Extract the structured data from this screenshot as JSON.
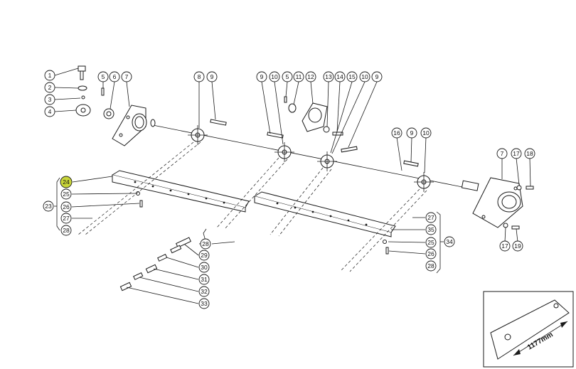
{
  "callouts": [
    {
      "id": "c1",
      "label": "1"
    },
    {
      "id": "c2",
      "label": "2"
    },
    {
      "id": "c3",
      "label": "3"
    },
    {
      "id": "c4",
      "label": "4"
    },
    {
      "id": "c5a",
      "label": "5"
    },
    {
      "id": "c6",
      "label": "6"
    },
    {
      "id": "c7a",
      "label": "7"
    },
    {
      "id": "c8",
      "label": "8"
    },
    {
      "id": "c9a",
      "label": "9"
    },
    {
      "id": "c9b",
      "label": "9"
    },
    {
      "id": "c10a",
      "label": "10"
    },
    {
      "id": "c5b",
      "label": "5"
    },
    {
      "id": "c11",
      "label": "11"
    },
    {
      "id": "c12",
      "label": "12"
    },
    {
      "id": "c13",
      "label": "13"
    },
    {
      "id": "c14",
      "label": "14"
    },
    {
      "id": "c15",
      "label": "15"
    },
    {
      "id": "c10b",
      "label": "10"
    },
    {
      "id": "c9c",
      "label": "9"
    },
    {
      "id": "c16",
      "label": "16"
    },
    {
      "id": "c9d",
      "label": "9"
    },
    {
      "id": "c10c",
      "label": "10"
    },
    {
      "id": "c7b",
      "label": "7"
    },
    {
      "id": "c17a",
      "label": "17"
    },
    {
      "id": "c18",
      "label": "18"
    },
    {
      "id": "c17b",
      "label": "17"
    },
    {
      "id": "c19",
      "label": "19"
    },
    {
      "id": "c24",
      "label": "24",
      "highlight": true
    },
    {
      "id": "c25a",
      "label": "25"
    },
    {
      "id": "c26a",
      "label": "26"
    },
    {
      "id": "c27a",
      "label": "27"
    },
    {
      "id": "c28a",
      "label": "28"
    },
    {
      "id": "c23",
      "label": "23"
    },
    {
      "id": "c28b",
      "label": "28"
    },
    {
      "id": "c29",
      "label": "29"
    },
    {
      "id": "c30",
      "label": "30"
    },
    {
      "id": "c31",
      "label": "31"
    },
    {
      "id": "c32",
      "label": "32"
    },
    {
      "id": "c33",
      "label": "33"
    },
    {
      "id": "c27b",
      "label": "27"
    },
    {
      "id": "c35",
      "label": "35"
    },
    {
      "id": "c25b",
      "label": "25"
    },
    {
      "id": "c26b",
      "label": "26"
    },
    {
      "id": "c28c",
      "label": "28"
    },
    {
      "id": "c34",
      "label": "34"
    }
  ],
  "inset": {
    "dimension_label": "1177mm"
  }
}
